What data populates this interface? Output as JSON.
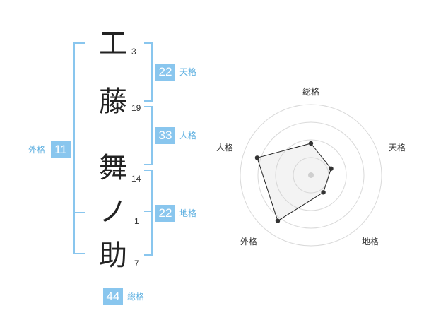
{
  "name": {
    "characters": [
      {
        "char": "工",
        "strokes": "3"
      },
      {
        "char": "藤",
        "strokes": "19"
      },
      {
        "char": "舞",
        "strokes": "14"
      },
      {
        "char": "ノ",
        "strokes": "1"
      },
      {
        "char": "助",
        "strokes": "7"
      }
    ]
  },
  "kaku": {
    "tenkaku": {
      "value": "22",
      "label": "天格"
    },
    "jinkaku": {
      "value": "33",
      "label": "人格"
    },
    "chikaku": {
      "value": "22",
      "label": "地格"
    },
    "gaikaku": {
      "value": "11",
      "label": "外格"
    },
    "soukaku": {
      "value": "44",
      "label": "総格"
    }
  },
  "chart_data": {
    "type": "radar",
    "axes": [
      "総格",
      "天格",
      "地格",
      "外格",
      "人格"
    ],
    "values": [
      0.45,
      0.3,
      0.3,
      0.8,
      0.8
    ],
    "rings": 4
  },
  "colors": {
    "accent": "#89c6ee",
    "accent_text": "#5aaee0"
  }
}
